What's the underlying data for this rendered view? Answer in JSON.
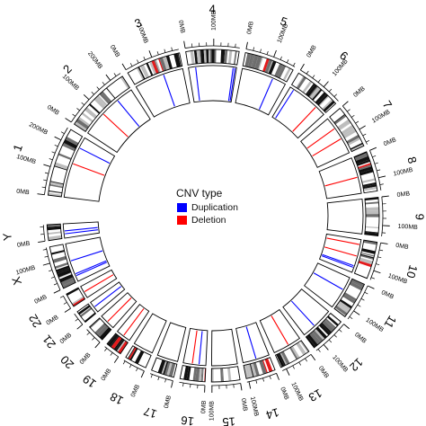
{
  "legend": {
    "title": "CNV type",
    "items": [
      {
        "label": "Duplication",
        "color": "#0000ff"
      },
      {
        "label": "Deletion",
        "color": "#ff0000"
      }
    ]
  },
  "colors": {
    "duplication": "#0000ff",
    "deletion": "#ff0000",
    "outline": "#000000"
  },
  "chromosomes": [
    {
      "name": "1",
      "length_mb": 249,
      "tick_labels": [
        "0MB",
        "100MB",
        "200MB"
      ]
    },
    {
      "name": "2",
      "length_mb": 243,
      "tick_labels": [
        "0MB",
        "100MB",
        "200MB"
      ]
    },
    {
      "name": "3",
      "length_mb": 198,
      "tick_labels": [
        "0MB",
        "100MB"
      ]
    },
    {
      "name": "4",
      "length_mb": 191,
      "tick_labels": [
        "0MB",
        "100MB"
      ]
    },
    {
      "name": "5",
      "length_mb": 181,
      "tick_labels": [
        "0MB",
        "100MB"
      ]
    },
    {
      "name": "6",
      "length_mb": 171,
      "tick_labels": [
        "0MB",
        "100MB"
      ]
    },
    {
      "name": "7",
      "length_mb": 159,
      "tick_labels": [
        "0MB",
        "100MB"
      ]
    },
    {
      "name": "8",
      "length_mb": 145,
      "tick_labels": [
        "0MB",
        "100MB"
      ]
    },
    {
      "name": "9",
      "length_mb": 138,
      "tick_labels": [
        "0MB",
        "100MB"
      ]
    },
    {
      "name": "10",
      "length_mb": 134,
      "tick_labels": [
        "0MB",
        "100MB"
      ]
    },
    {
      "name": "11",
      "length_mb": 135,
      "tick_labels": [
        "0MB",
        "100MB"
      ]
    },
    {
      "name": "12",
      "length_mb": 133,
      "tick_labels": [
        "0MB",
        "100MB"
      ]
    },
    {
      "name": "13",
      "length_mb": 115,
      "tick_labels": [
        "0MB",
        "100MB"
      ]
    },
    {
      "name": "14",
      "length_mb": 107,
      "tick_labels": [
        "0MB",
        "100MB"
      ]
    },
    {
      "name": "15",
      "length_mb": 102,
      "tick_labels": [
        "0MB",
        "100MB"
      ]
    },
    {
      "name": "16",
      "length_mb": 90,
      "tick_labels": [
        "0MB"
      ]
    },
    {
      "name": "17",
      "length_mb": 83,
      "tick_labels": [
        "0MB"
      ]
    },
    {
      "name": "18",
      "length_mb": 80,
      "tick_labels": [
        "0MB"
      ]
    },
    {
      "name": "19",
      "length_mb": 59,
      "tick_labels": [
        "0MB"
      ]
    },
    {
      "name": "20",
      "length_mb": 64,
      "tick_labels": [
        "0MB"
      ]
    },
    {
      "name": "21",
      "length_mb": 47,
      "tick_labels": [
        "0MB"
      ]
    },
    {
      "name": "22",
      "length_mb": 51,
      "tick_labels": [
        "0MB"
      ]
    },
    {
      "name": "X",
      "length_mb": 156,
      "tick_labels": [
        "0MB",
        "100MB"
      ]
    },
    {
      "name": "Y",
      "length_mb": 57,
      "tick_labels": [
        "0MB"
      ]
    }
  ],
  "cnv_marks": [
    {
      "chr": "1",
      "pos": 0.55,
      "type": "deletion"
    },
    {
      "chr": "1",
      "pos": 0.82,
      "type": "duplication"
    },
    {
      "chr": "2",
      "pos": 0.4,
      "type": "deletion"
    },
    {
      "chr": "2",
      "pos": 0.72,
      "type": "duplication"
    },
    {
      "chr": "3",
      "pos": 0.6,
      "type": "duplication"
    },
    {
      "chr": "4",
      "pos": 0.15,
      "type": "duplication"
    },
    {
      "chr": "4",
      "pos": 0.93,
      "type": "duplication"
    },
    {
      "chr": "4",
      "pos": 0.97,
      "type": "duplication"
    },
    {
      "chr": "5",
      "pos": 0.7,
      "type": "duplication"
    },
    {
      "chr": "6",
      "pos": 0.1,
      "type": "duplication"
    },
    {
      "chr": "6",
      "pos": 0.75,
      "type": "deletion"
    },
    {
      "chr": "7",
      "pos": 0.3,
      "type": "deletion"
    },
    {
      "chr": "7",
      "pos": 0.6,
      "type": "deletion"
    },
    {
      "chr": "8",
      "pos": 0.55,
      "type": "deletion"
    },
    {
      "chr": "10",
      "pos": 0.15,
      "type": "deletion"
    },
    {
      "chr": "10",
      "pos": 0.5,
      "type": "deletion"
    },
    {
      "chr": "10",
      "pos": 0.8,
      "type": "duplication"
    },
    {
      "chr": "10",
      "pos": 0.85,
      "type": "duplication"
    },
    {
      "chr": "11",
      "pos": 0.4,
      "type": "duplication"
    },
    {
      "chr": "12",
      "pos": 0.6,
      "type": "duplication"
    },
    {
      "chr": "13",
      "pos": 0.45,
      "type": "deletion"
    },
    {
      "chr": "14",
      "pos": 0.5,
      "type": "duplication"
    },
    {
      "chr": "16",
      "pos": 0.3,
      "type": "duplication"
    },
    {
      "chr": "16",
      "pos": 0.6,
      "type": "deletion"
    },
    {
      "chr": "19",
      "pos": 0.5,
      "type": "deletion"
    },
    {
      "chr": "20",
      "pos": 0.5,
      "type": "deletion"
    },
    {
      "chr": "21",
      "pos": 0.5,
      "type": "duplication"
    },
    {
      "chr": "22",
      "pos": 0.5,
      "type": "deletion"
    },
    {
      "chr": "X",
      "pos": 0.15,
      "type": "duplication"
    },
    {
      "chr": "X",
      "pos": 0.2,
      "type": "duplication"
    },
    {
      "chr": "X",
      "pos": 0.55,
      "type": "duplication"
    },
    {
      "chr": "Y",
      "pos": 0.3,
      "type": "duplication"
    },
    {
      "chr": "Y",
      "pos": 0.5,
      "type": "duplication"
    }
  ]
}
